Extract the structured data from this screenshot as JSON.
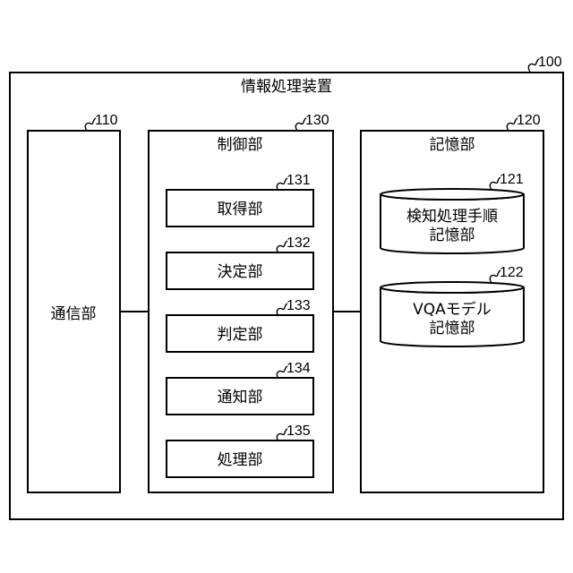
{
  "device": {
    "label": "情報処理装置",
    "ref": "100"
  },
  "communication": {
    "label": "通信部",
    "ref": "110"
  },
  "control": {
    "label": "制御部",
    "ref": "130",
    "units": [
      {
        "label": "取得部",
        "ref": "131"
      },
      {
        "label": "決定部",
        "ref": "132"
      },
      {
        "label": "判定部",
        "ref": "133"
      },
      {
        "label": "通知部",
        "ref": "134"
      },
      {
        "label": "処理部",
        "ref": "135"
      }
    ]
  },
  "storage": {
    "label": "記憶部",
    "ref": "120",
    "databases": [
      {
        "line1": "検知処理手順",
        "line2": "記憶部",
        "ref": "121"
      },
      {
        "line1": "VQAモデル",
        "line2": "記憶部",
        "ref": "122"
      }
    ]
  }
}
